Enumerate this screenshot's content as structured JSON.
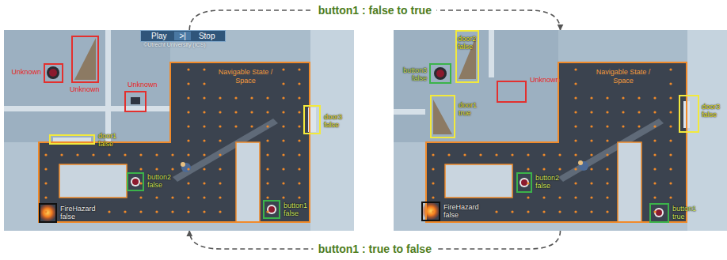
{
  "diagram": {
    "nodes": [
      {
        "text": []
      },
      {
        "text": [
          "Play",
          ">|",
          "Stop"
        ],
        "in": 0
      },
      {
        "text": [
          "Unknown"
        ],
        "in": 0
      },
      {
        "text": [
          "Unknown"
        ],
        "in": 0
      },
      {
        "text": [
          "Unknown"
        ],
        "in": 0
      },
      {
        "text": [
          "Navigable State / Space"
        ],
        "in": 0
      },
      {
        "text": [
          "door1",
          "false"
        ],
        "in": 0
      },
      {
        "text": [
          "button2",
          "false"
        ],
        "in": 0
      },
      {
        "text": [
          "FireHazard",
          "false"
        ],
        "in": 0
      },
      {
        "text": [
          "button1",
          "false"
        ],
        "in": 0
      },
      {
        "text": [
          "door3",
          "false"
        ],
        "in": 0
      },
      {
        "text": []
      },
      {
        "text": [
          "door2",
          "false"
        ],
        "in": 11
      },
      {
        "text": [
          "button3",
          "false"
        ],
        "in": 11
      },
      {
        "text": [
          "door1",
          "true"
        ],
        "in": 11
      },
      {
        "text": [
          "Unknown"
        ],
        "in": 11
      },
      {
        "text": [
          "Navigable State / Space"
        ],
        "in": 11
      },
      {
        "text": [
          "button2",
          "false"
        ],
        "in": 11
      },
      {
        "text": [
          "FireHazard",
          "false"
        ],
        "in": 11
      },
      {
        "text": [
          "button1",
          "true"
        ],
        "in": 11
      },
      {
        "text": [
          "door3",
          "false"
        ],
        "in": 11
      }
    ],
    "edges": [
      {
        "from": 0,
        "to": 11,
        "arrow": "to",
        "label": "button1 : false to true"
      },
      {
        "from": 11,
        "to": 0,
        "arrow": "to",
        "label": "button1 : true to false"
      }
    ],
    "labels": [
      "©Utrecht University (ICS)"
    ]
  }
}
